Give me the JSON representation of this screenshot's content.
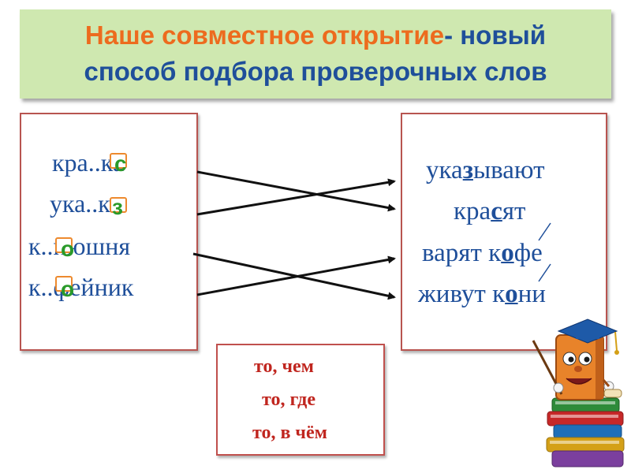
{
  "title": {
    "part_orange": "Наше совместное открытие",
    "part_blue_1": "- новый",
    "part_blue_2": "способ подбора проверочных слов"
  },
  "left_words": [
    {
      "before": "кра",
      "dots": "..",
      "after": "ка",
      "letter": "с"
    },
    {
      "before": "ука",
      "dots": "..",
      "after": "ка",
      "letter": "з"
    },
    {
      "before": "к",
      "dots": "..",
      "after": "нюшня",
      "letter": "о"
    },
    {
      "before": "к",
      "dots": "..",
      "after": "фейник",
      "letter": "о"
    }
  ],
  "right_words": [
    {
      "before": "ука",
      "mark": "з",
      "after": "ывают"
    },
    {
      "before": "кра",
      "mark": "с",
      "after": "ят"
    },
    {
      "before": "варят к",
      "mark": "о",
      "after": "фе"
    },
    {
      "before": "живут к",
      "mark": "о",
      "after": "ни"
    }
  ],
  "bottom_lines": [
    "то, чем",
    "то, где",
    "то, в чём"
  ],
  "colors": {
    "title_orange": "#ed6b1e",
    "title_blue": "#1f4f9a",
    "title_bg": "#cfe8b0",
    "word_blue": "#1f4f9a",
    "letter_green": "#2a9a2a",
    "box_orange": "#ed8a2e",
    "bottom_red": "#c0261f"
  }
}
